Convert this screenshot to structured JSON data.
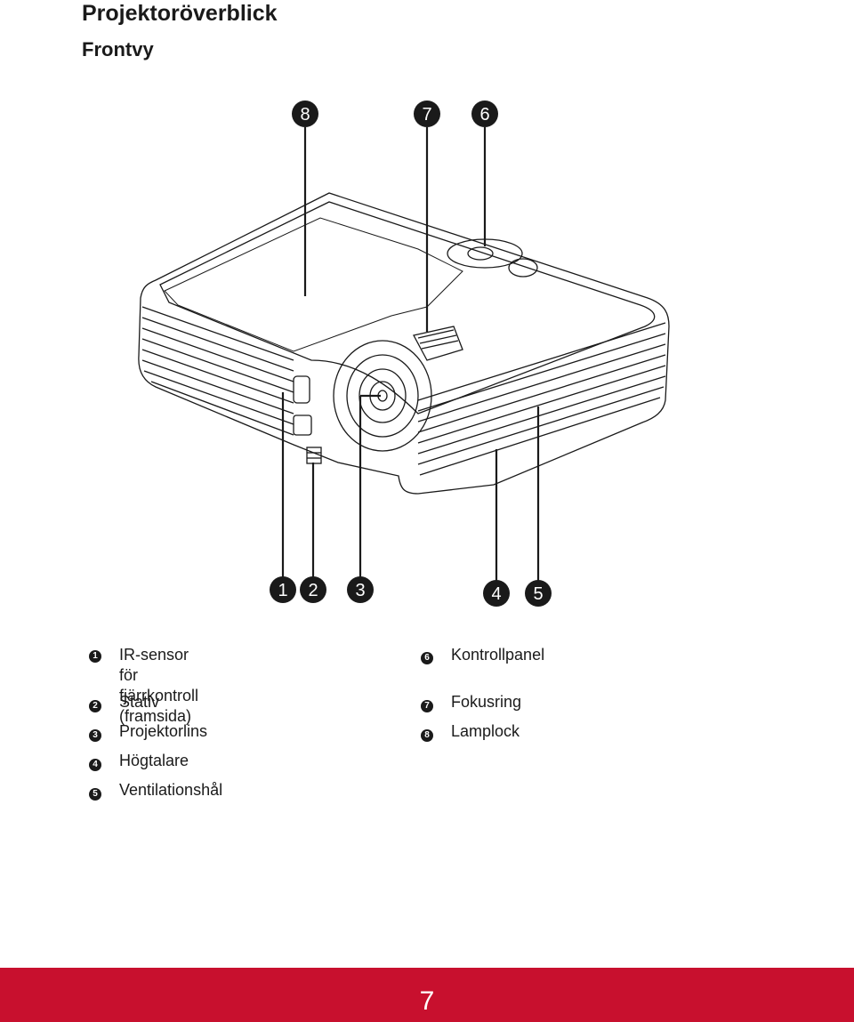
{
  "header": {
    "title": "Projektoröverblick",
    "subtitle": "Frontvy"
  },
  "figure": {
    "callouts_top": [
      "8",
      "7",
      "6"
    ],
    "callouts_bottom": [
      "1",
      "2",
      "3",
      "4",
      "5"
    ]
  },
  "legend": {
    "left": [
      {
        "num": "1",
        "text": "IR-sensor för fjärrkontroll\n(framsida)"
      },
      {
        "num": "2",
        "text": "Stativ"
      },
      {
        "num": "3",
        "text": "Projektorlins"
      },
      {
        "num": "4",
        "text": "Högtalare"
      },
      {
        "num": "5",
        "text": "Ventilationshål"
      }
    ],
    "right": [
      {
        "num": "6",
        "text": "Kontrollpanel"
      },
      {
        "num": "7",
        "text": "Fokusring"
      },
      {
        "num": "8",
        "text": "Lamplock"
      }
    ]
  },
  "footer": {
    "page_number": "7",
    "color": "#c8102e"
  }
}
